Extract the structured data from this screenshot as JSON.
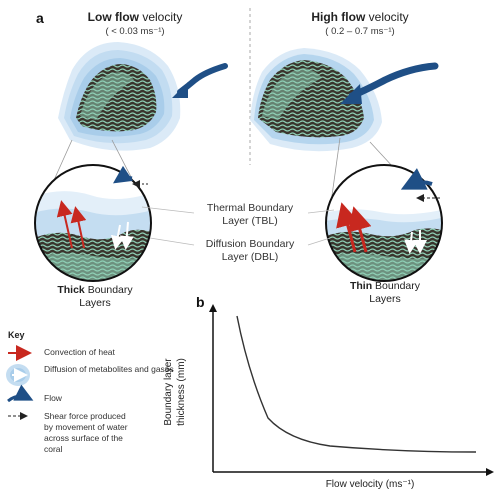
{
  "panel_a": {
    "letter": "a",
    "low_flow": {
      "bold": "Low flow",
      "rest": " velocity",
      "range": "( < 0.03 ms⁻¹)"
    },
    "high_flow": {
      "bold": "High flow",
      "rest": " velocity",
      "range": "( 0.2 – 0.7 ms⁻¹)"
    },
    "tbl_label": [
      "Thermal Boundary",
      "Layer (TBL)"
    ],
    "dbl_label": [
      "Diffusion Boundary",
      "Layer (DBL)"
    ],
    "thick_caption": {
      "bold": "Thick",
      "rest": " Boundary",
      "line2": "Layers"
    },
    "thin_caption": {
      "bold": "Thin",
      "rest": " Boundary",
      "line2": "Layers"
    }
  },
  "key": {
    "title": "Key",
    "items": [
      {
        "icon": "red-arrow-icon",
        "text": "Convection of heat"
      },
      {
        "icon": "diffusion-arrow-icon",
        "text": "Diffusion of metabolites and gases"
      },
      {
        "icon": "flow-arrow-icon",
        "text": "Flow"
      },
      {
        "icon": "dashed-arrow-icon",
        "text": "Shear force produced by movement of water across surface of the coral"
      }
    ]
  },
  "panel_b": {
    "letter": "b",
    "ylabel": [
      "Boundary layer",
      "thickness (mm)"
    ],
    "xlabel": "Flow velocity (ms⁻¹)"
  },
  "colors": {
    "red": "#c8281f",
    "flow_blue": "#1f4f86",
    "layer_light": "#d7e9f6",
    "layer_mid": "#b3d4ee",
    "coral_dark": "#3a342d",
    "coral_green": "#8fd0b6"
  }
}
